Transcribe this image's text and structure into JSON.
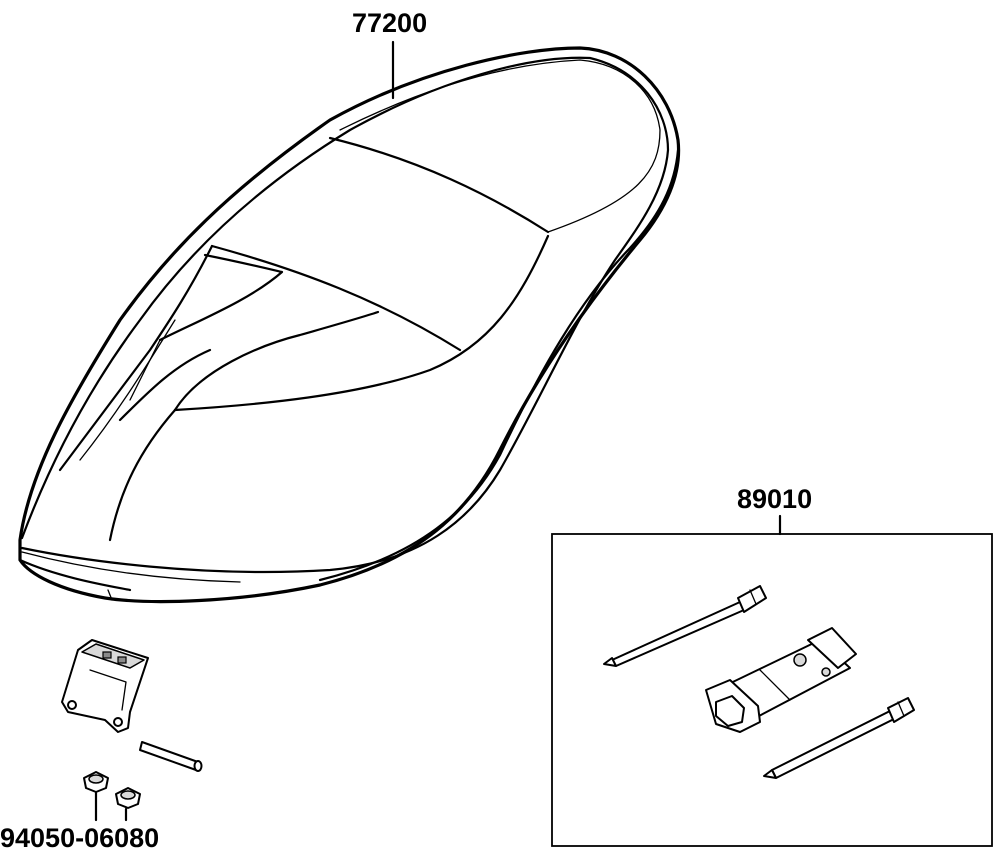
{
  "parts": {
    "seat": {
      "number": "77200"
    },
    "tool_kit": {
      "number": "89010"
    },
    "bolt": {
      "number": "94050-06080"
    }
  }
}
